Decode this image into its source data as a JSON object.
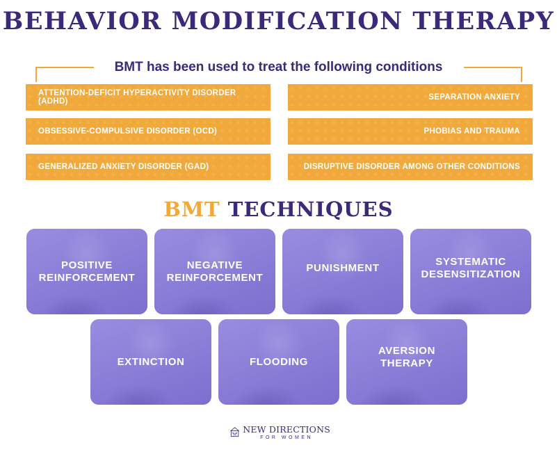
{
  "title": "BEHAVIOR MODIFICATION THERAPY",
  "subtitle": "BMT has been used to treat the following conditions",
  "conditions_left": [
    "ATTENTION-DEFICIT HYPERACTIVITY DISORDER (ADHD)",
    "OBSESSIVE-COMPULSIVE DISORDER (OCD)",
    "GENERALIZED ANXIETY DISORDER (GAD)"
  ],
  "conditions_right": [
    "SEPARATION ANXIETY",
    "PHOBIAS AND TRAUMA",
    "DISRUPTIVE DISORDER AMONG OTHER CONDITIONS"
  ],
  "techniques_heading": {
    "part1": "BMT",
    "part2": "TECHNIQUES"
  },
  "techniques": [
    "POSITIVE\nREINFORCEMENT",
    "NEGATIVE\nREINFORCEMENT",
    "PUNISHMENT",
    "SYSTEMATIC\nDESENSITIZATION",
    "EXTINCTION",
    "FLOODING",
    "AVERSION\nTHERAPY"
  ],
  "logo": {
    "main": "NEW DIRECTIONS",
    "sub": "FOR WOMEN"
  },
  "colors": {
    "purple": "#3b2a7a",
    "orange": "#f2a93b",
    "card": "#8b7fd6"
  },
  "icons": [
    "butterfly-house-logo-icon"
  ]
}
